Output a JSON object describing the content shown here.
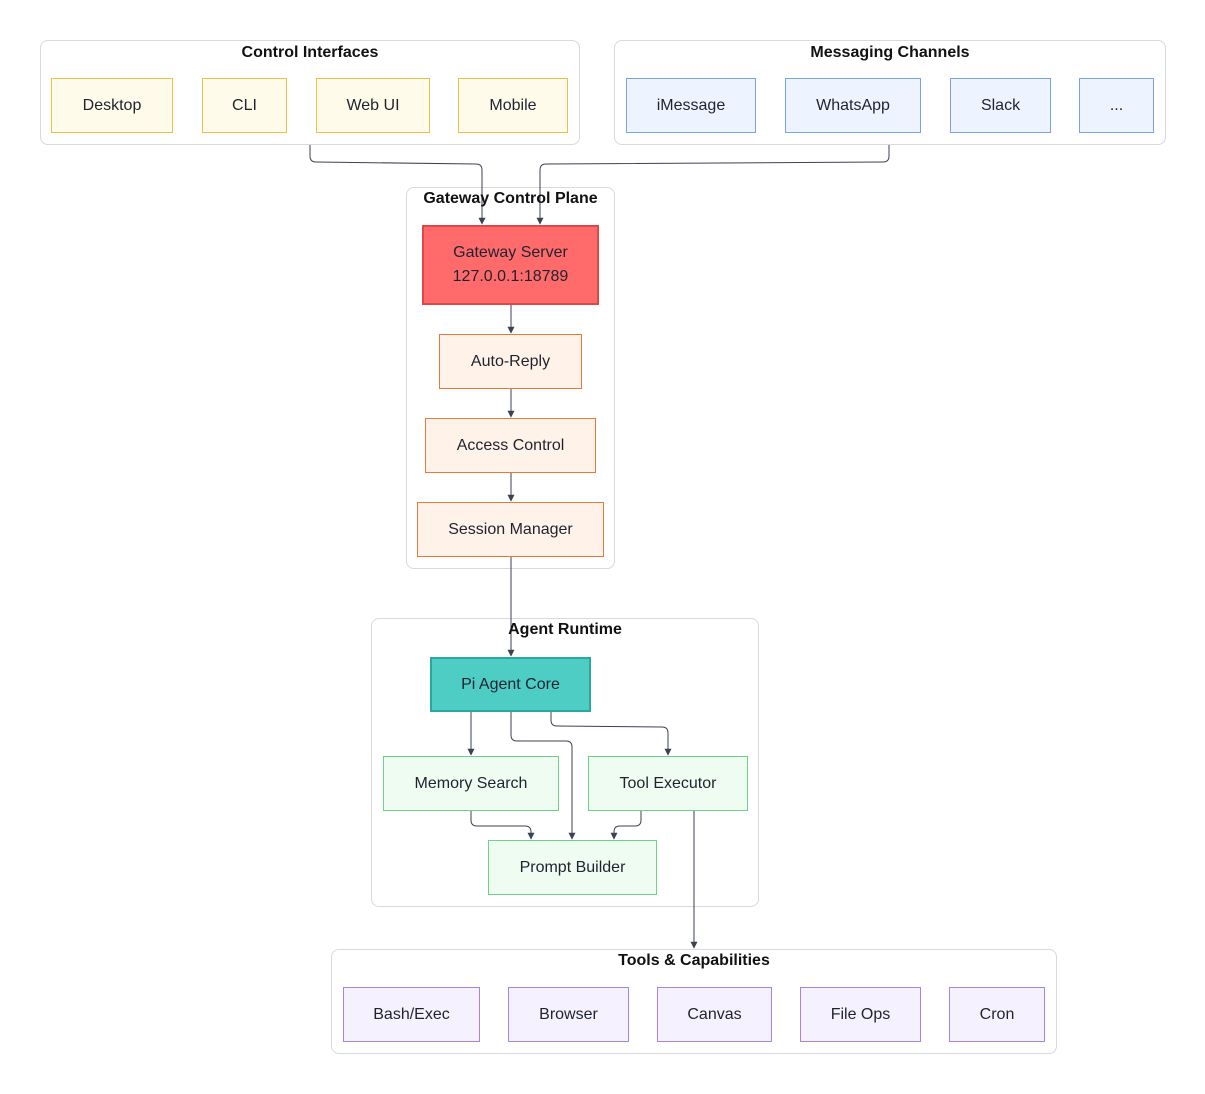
{
  "groups": {
    "control_interfaces": "Control Interfaces",
    "messaging_channels": "Messaging Channels",
    "gateway_control_plane": "Gateway Control Plane",
    "agent_runtime": "Agent Runtime",
    "tools_capabilities": "Tools & Capabilities"
  },
  "control_interfaces": [
    "Desktop",
    "CLI",
    "Web UI",
    "Mobile"
  ],
  "messaging_channels": [
    "iMessage",
    "WhatsApp",
    "Slack",
    "..."
  ],
  "gateway": {
    "server_name": "Gateway Server",
    "server_address": "127.0.0.1:18789",
    "auto_reply": "Auto-Reply",
    "access_control": "Access Control",
    "session_manager": "Session Manager"
  },
  "agent": {
    "core": "Pi Agent Core",
    "memory_search": "Memory Search",
    "tool_executor": "Tool Executor",
    "prompt_builder": "Prompt Builder"
  },
  "tools": [
    "Bash/Exec",
    "Browser",
    "Canvas",
    "File Ops",
    "Cron"
  ],
  "colors": {
    "control": "#fffbea",
    "channel": "#eef4ff",
    "server": "#ff6b6b",
    "gateway": "#fff2e8",
    "core": "#4ecdc4",
    "agent": "#eefcf1",
    "tool": "#f5f1ff",
    "edge": "#3b4252"
  }
}
